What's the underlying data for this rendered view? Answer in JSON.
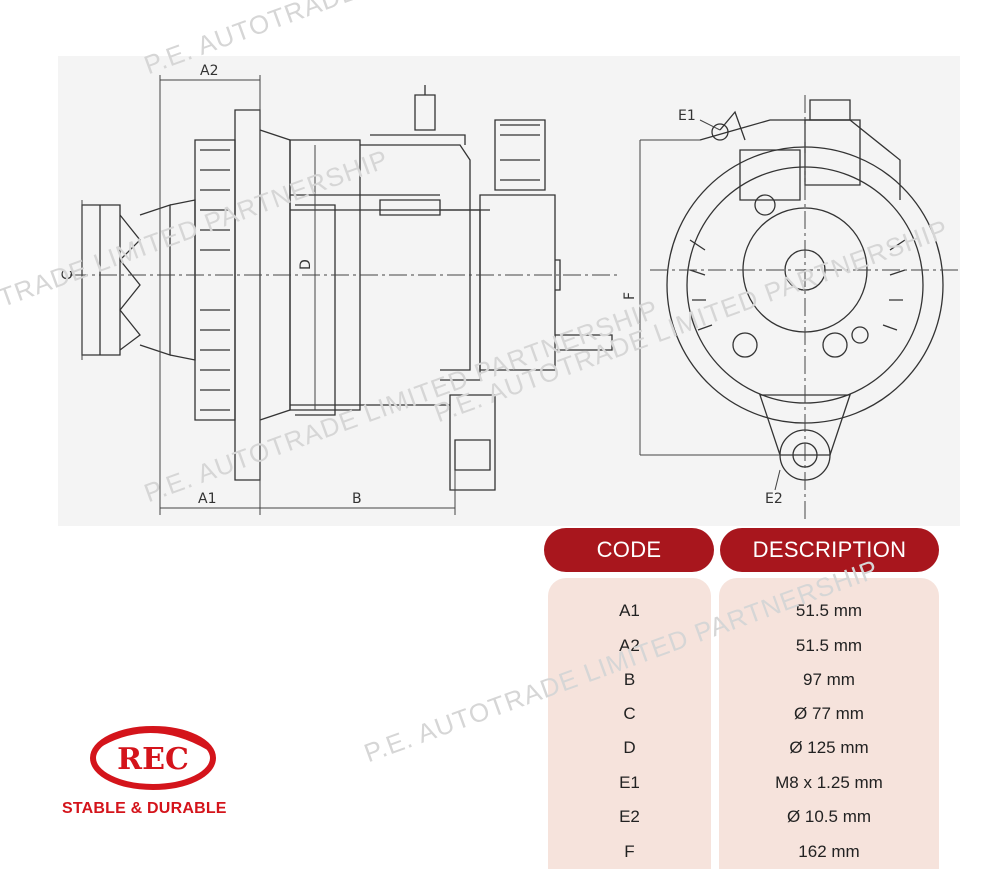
{
  "watermark": "P.E. AUTOTRADE LIMITED PARTNERSHIP",
  "dimension_labels": {
    "a1": "A1",
    "a2": "A2",
    "b": "B",
    "c": "C",
    "d": "D",
    "e1": "E1",
    "e2": "E2",
    "f": "F"
  },
  "table": {
    "headers": {
      "code": "CODE",
      "description": "DESCRIPTION"
    },
    "rows": [
      {
        "code": "A1",
        "description": "51.5 mm"
      },
      {
        "code": "A2",
        "description": "51.5 mm"
      },
      {
        "code": "B",
        "description": "97 mm"
      },
      {
        "code": "C",
        "description": "Ø 77 mm"
      },
      {
        "code": "D",
        "description": "Ø 125 mm"
      },
      {
        "code": "E1",
        "description": "M8 x 1.25 mm"
      },
      {
        "code": "E2",
        "description": "Ø 10.5 mm"
      },
      {
        "code": "F",
        "description": "162 mm"
      }
    ]
  },
  "brand": {
    "logo_text": "REC",
    "tagline": "STABLE & DURABLE"
  },
  "colors": {
    "header": "#a8161d",
    "row_bg": "#f6e3dc",
    "brand_red": "#d4141b"
  }
}
